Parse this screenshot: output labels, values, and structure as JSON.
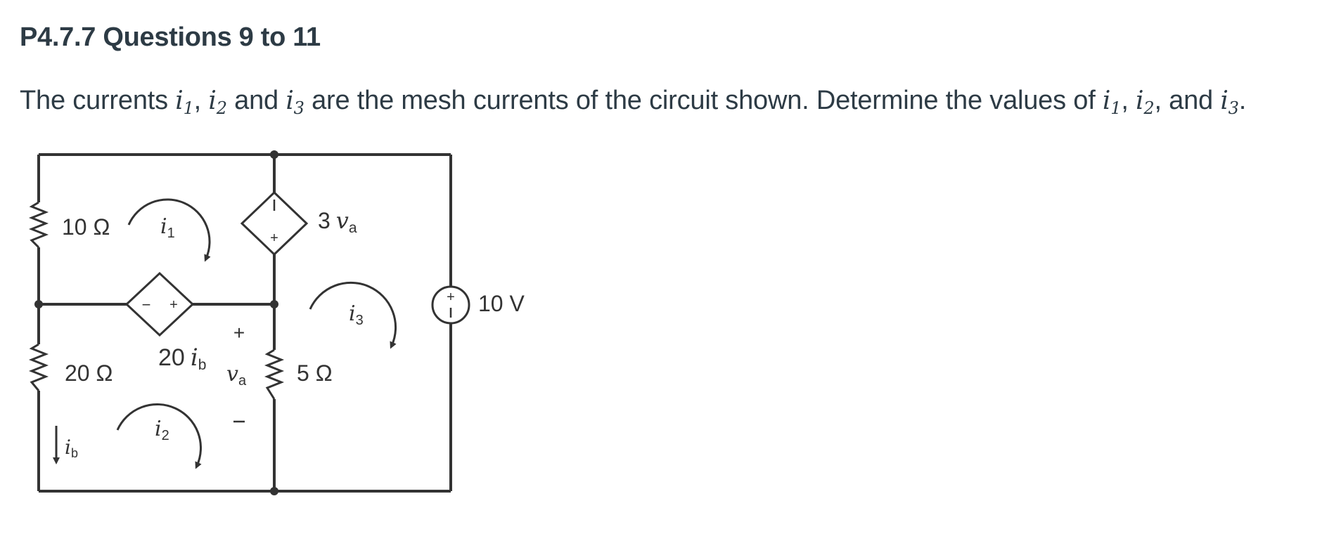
{
  "header": {
    "title": "P4.7.7 Questions 9 to 11"
  },
  "question": {
    "prefix": "The currents ",
    "var_i": "i",
    "sub_1": "1",
    "sub_2": "2",
    "sub_3": "3",
    "sep_comma": ", ",
    "sep_and": " and ",
    "middle": " are the mesh currents of the circuit shown. Determine the values of ",
    "sep_comma_and": ", and ",
    "end": "."
  },
  "circuit": {
    "resistor_10": "10 Ω",
    "resistor_20": "20 Ω",
    "resistor_5": "5 Ω",
    "source_3va_coef": "3",
    "source_20ib_coef": "20",
    "source_10v": "10 V",
    "var_v": "v",
    "var_i": "i",
    "sub_a": "a",
    "sub_b": "b",
    "sub_1": "1",
    "sub_2": "2",
    "sub_3": "3",
    "plus": "+",
    "minus": "−"
  },
  "colors": {
    "text": "#2d3b45",
    "wire": "#333333"
  }
}
